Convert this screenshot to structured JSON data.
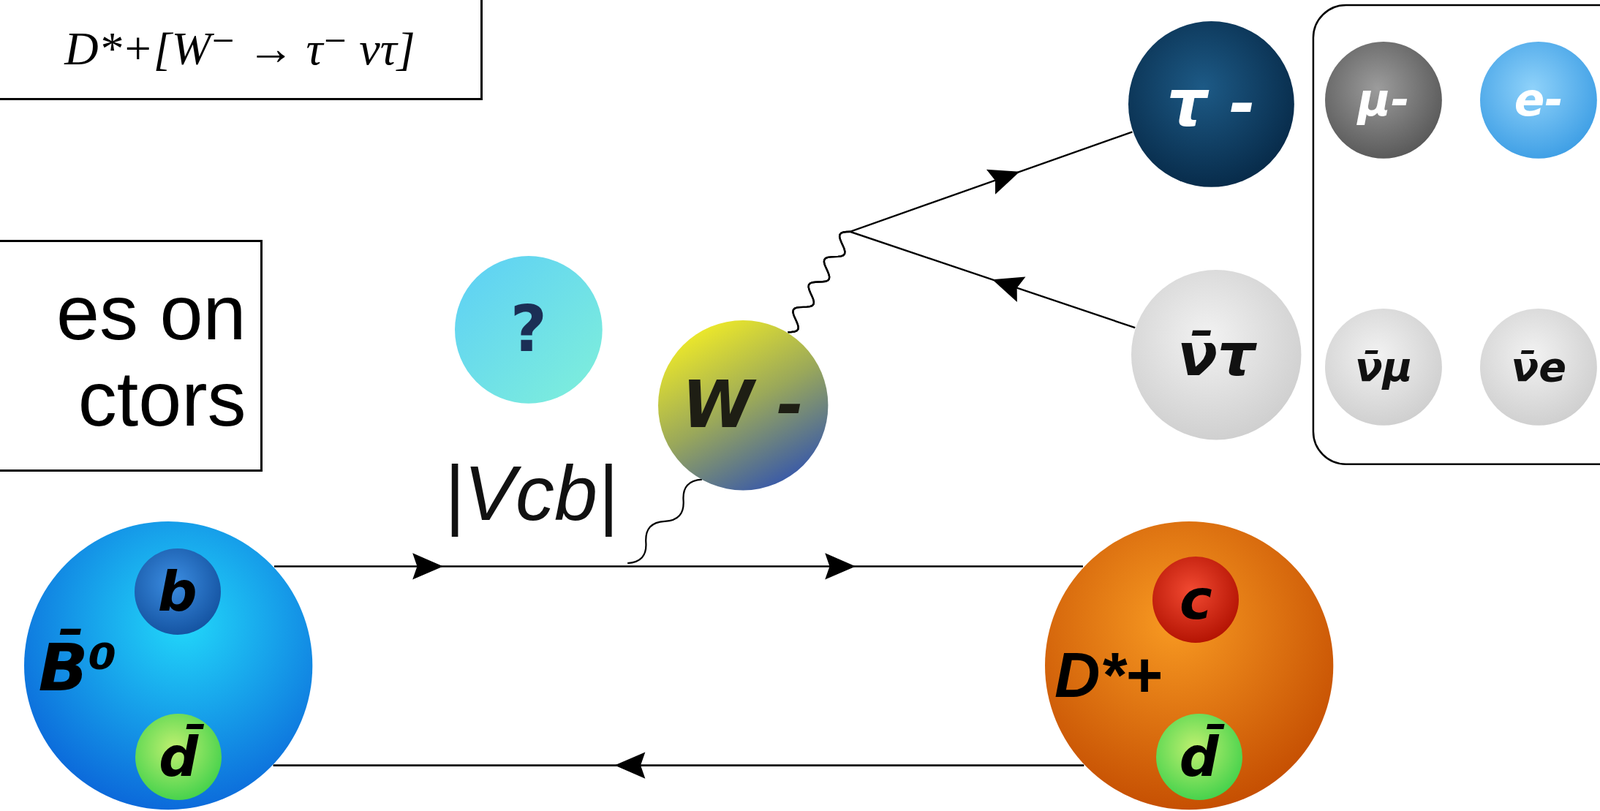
{
  "diagram": {
    "nodes": [
      {
        "text": [
          "D*+[W⁻ → τ⁻ ντ]"
        ]
      },
      {
        "text": [
          "es on ctors"
        ]
      },
      {
        "text": [
          "?"
        ]
      },
      {
        "text": [
          "W -"
        ]
      },
      {
        "text": [
          "τ -"
        ]
      },
      {
        "text": [
          "ν̄τ"
        ]
      },
      {
        "text": [
          "μ-"
        ]
      },
      {
        "text": [
          "e-"
        ]
      },
      {
        "text": [
          "ν̄μ"
        ]
      },
      {
        "text": [
          "ν̄e"
        ]
      },
      {
        "text": [
          "B̄⁰"
        ]
      },
      {
        "text": [
          "b"
        ],
        "in": 10
      },
      {
        "text": [
          "d̄"
        ],
        "in": 10
      },
      {
        "text": [
          "D*+"
        ]
      },
      {
        "text": [
          "c"
        ],
        "in": 13
      },
      {
        "text": [
          "d̄"
        ],
        "in": 13
      }
    ],
    "edges": [
      {
        "from": 10,
        "to": 13,
        "arrow": "to"
      },
      {
        "from": 13,
        "to": 10,
        "arrow": "to"
      },
      {
        "from": 3,
        "to": 4,
        "arrow": "to"
      },
      {
        "from": 5,
        "to": 3,
        "arrow": "to"
      }
    ],
    "labels": [
      "|Vcb|"
    ]
  }
}
